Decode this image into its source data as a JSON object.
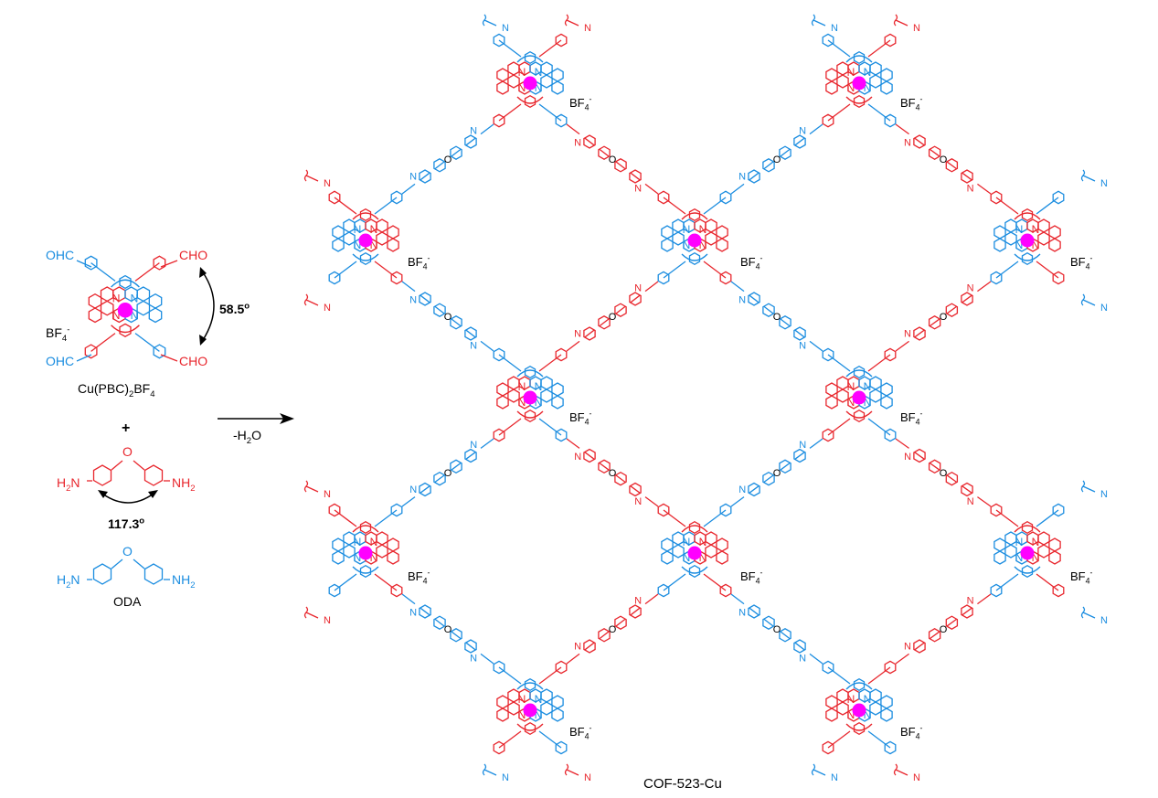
{
  "reagent": {
    "name_main": "Cu(PBC)",
    "name_sub1": "2",
    "name_mid": "BF",
    "name_sub2": "4",
    "aldehyde_left": "OHC",
    "aldehyde_right": "CHO",
    "counter_ion_main": "BF",
    "counter_ion_sub": "4",
    "counter_ion_sup": "-",
    "angle": "58.5",
    "angle_unit": "o"
  },
  "plus": "+",
  "linker": {
    "name": "ODA",
    "amine_left_main": "H",
    "amine_left_sub": "2",
    "amine_left_tail": "N",
    "amine_right_main": "NH",
    "amine_right_sub": "2",
    "oxygen": "O",
    "angle": "117.3",
    "angle_unit": "o"
  },
  "reaction": {
    "condition_main": "-H",
    "condition_sub": "2",
    "condition_tail": "O"
  },
  "product": {
    "name": "COF-523-Cu",
    "counter_ion_main": "BF",
    "counter_ion_sub": "4",
    "counter_ion_sup": "-",
    "imine_n": "N",
    "ether_o": "O"
  },
  "colors": {
    "red": "#e8262d",
    "blue": "#1b8de0",
    "copper": "#ff00ff",
    "text": "#000000"
  }
}
